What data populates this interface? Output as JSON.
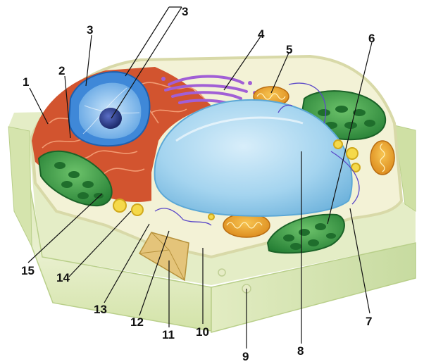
{
  "colors": {
    "background": "#ffffff",
    "cell_wall": "#e8efcf",
    "cell_wall_shadow": "#c9dba4",
    "cytoplasm": "#f3f2d6",
    "nucleus_envelope": "#3f88d8",
    "nucleus_inner": "#a9d3f4",
    "nucleolus": "#243b8a",
    "rough_er": "#d2542f",
    "golgi": "#a15fd6",
    "vacuole": "#9fd3ee",
    "chloroplast": "#2f9a3e",
    "mitochondrion": "#f2a52a",
    "vesicle": "#f5d94a",
    "plasmodesma": "#e4c47a",
    "leader_line": "#111111"
  },
  "labels": [
    {
      "id": "1",
      "text": "1"
    },
    {
      "id": "2",
      "text": "2"
    },
    {
      "id": "3a",
      "text": "3"
    },
    {
      "id": "3b",
      "text": "3"
    },
    {
      "id": "4",
      "text": "4"
    },
    {
      "id": "5",
      "text": "5"
    },
    {
      "id": "6",
      "text": "6"
    },
    {
      "id": "7",
      "text": "7"
    },
    {
      "id": "8",
      "text": "8"
    },
    {
      "id": "9",
      "text": "9"
    },
    {
      "id": "10",
      "text": "10"
    },
    {
      "id": "11",
      "text": "11"
    },
    {
      "id": "12",
      "text": "12"
    },
    {
      "id": "13",
      "text": "13"
    },
    {
      "id": "14",
      "text": "14"
    },
    {
      "id": "15",
      "text": "15"
    }
  ]
}
